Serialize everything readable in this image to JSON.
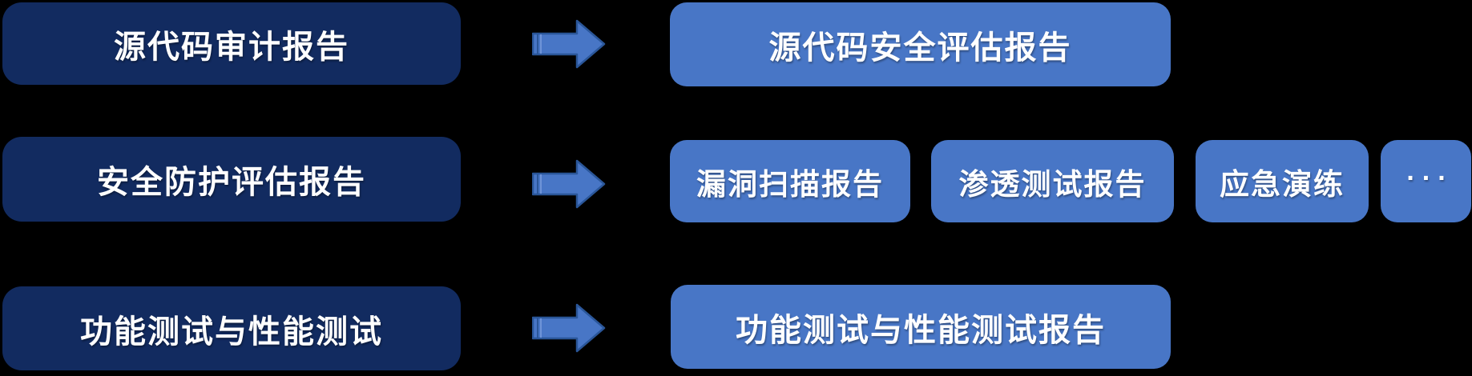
{
  "diagram": {
    "title": "deliverables-mapping-flow",
    "rows": [
      {
        "source": "源代码审计报告",
        "outputs": [
          "源代码安全评估报告"
        ]
      },
      {
        "source": "安全防护评估报告",
        "outputs": [
          "漏洞扫描报告",
          "渗透测试报告",
          "应急演练",
          "..."
        ]
      },
      {
        "source": "功能测试与性能测试",
        "outputs": [
          "功能测试与性能测试报告"
        ]
      }
    ],
    "colors": {
      "background": "#000000",
      "source_box": "#122B60",
      "output_box": "#4876C6",
      "arrow_fill": "#4876C6",
      "arrow_border": "#2A5699",
      "text": "#FFFFFF"
    },
    "arrow_icon": "right-block-arrow"
  }
}
